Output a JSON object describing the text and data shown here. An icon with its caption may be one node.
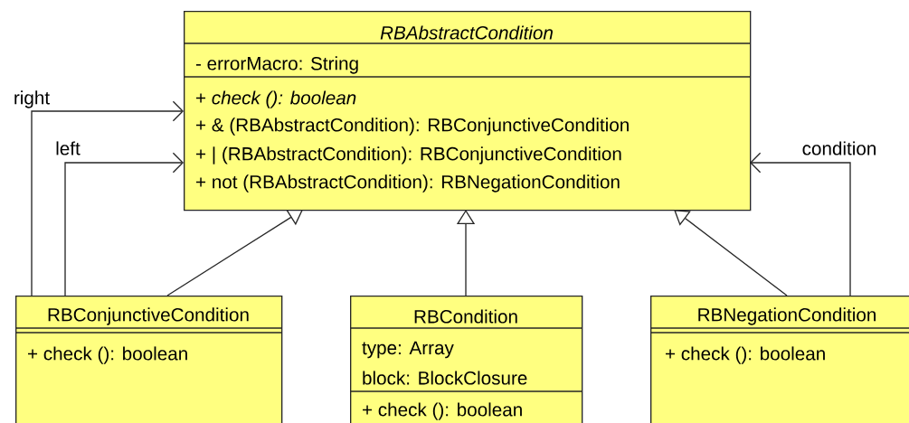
{
  "diagram": {
    "nodes": [
      {
        "text": [
          "RBAbstractCondition",
          "- errorMacro: String",
          "+ *check (): boolean*",
          "+ & (RBAbstractCondition): RBConjunctiveCondition",
          "+ | (RBAbstractCondition): RBConjunctiveCondition",
          "+ not (RBAbstractCondition): RBNegationCondition"
        ]
      },
      {
        "text": [
          "RBConjunctiveCondition",
          "+ check (): boolean"
        ]
      },
      {
        "text": [
          "RBCondition",
          "type: Array",
          "block: BlockClosure",
          "+ check (): boolean"
        ]
      },
      {
        "text": [
          "RBNegationCondition",
          "+ check (): boolean"
        ]
      }
    ],
    "edges": [
      {
        "from": 1,
        "to": 0,
        "arrow": "to",
        "label": "right"
      },
      {
        "from": 1,
        "to": 0,
        "arrow": "to",
        "label": "left"
      },
      {
        "from": 3,
        "to": 0,
        "arrow": "to",
        "label": "condition"
      },
      {
        "from": 1,
        "to": 0,
        "arrow": "to"
      },
      {
        "from": 2,
        "to": 0,
        "arrow": "to"
      },
      {
        "from": 3,
        "to": 0,
        "arrow": "to"
      }
    ]
  }
}
